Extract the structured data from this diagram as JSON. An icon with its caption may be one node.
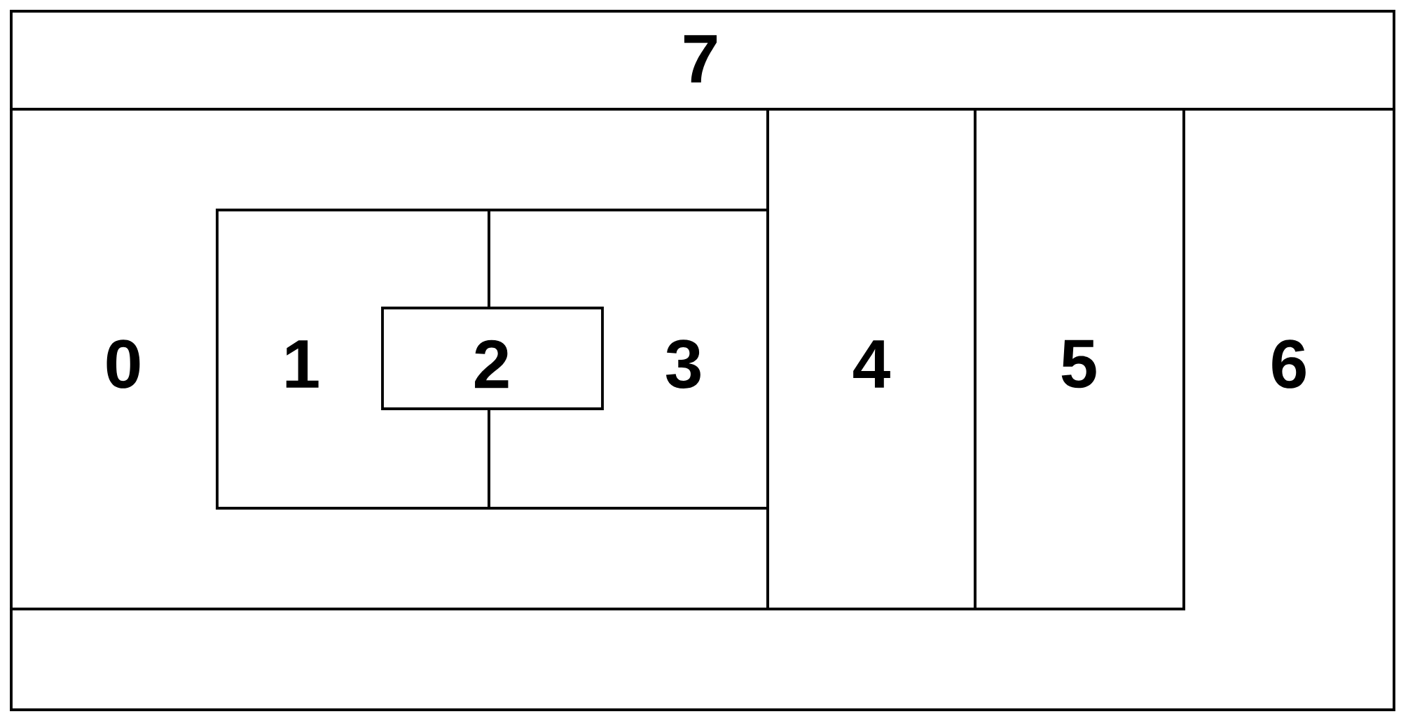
{
  "diagram": {
    "nodes": [
      {
        "text": [
          "0"
        ]
      },
      {
        "text": [
          "1"
        ],
        "in": 0
      },
      {
        "text": [
          "2"
        ],
        "in": 0
      },
      {
        "text": [
          "3"
        ],
        "in": 0
      },
      {
        "text": [
          "4"
        ]
      },
      {
        "text": [
          "5"
        ]
      },
      {
        "text": [
          "6"
        ]
      },
      {
        "text": [
          "7"
        ]
      }
    ]
  }
}
